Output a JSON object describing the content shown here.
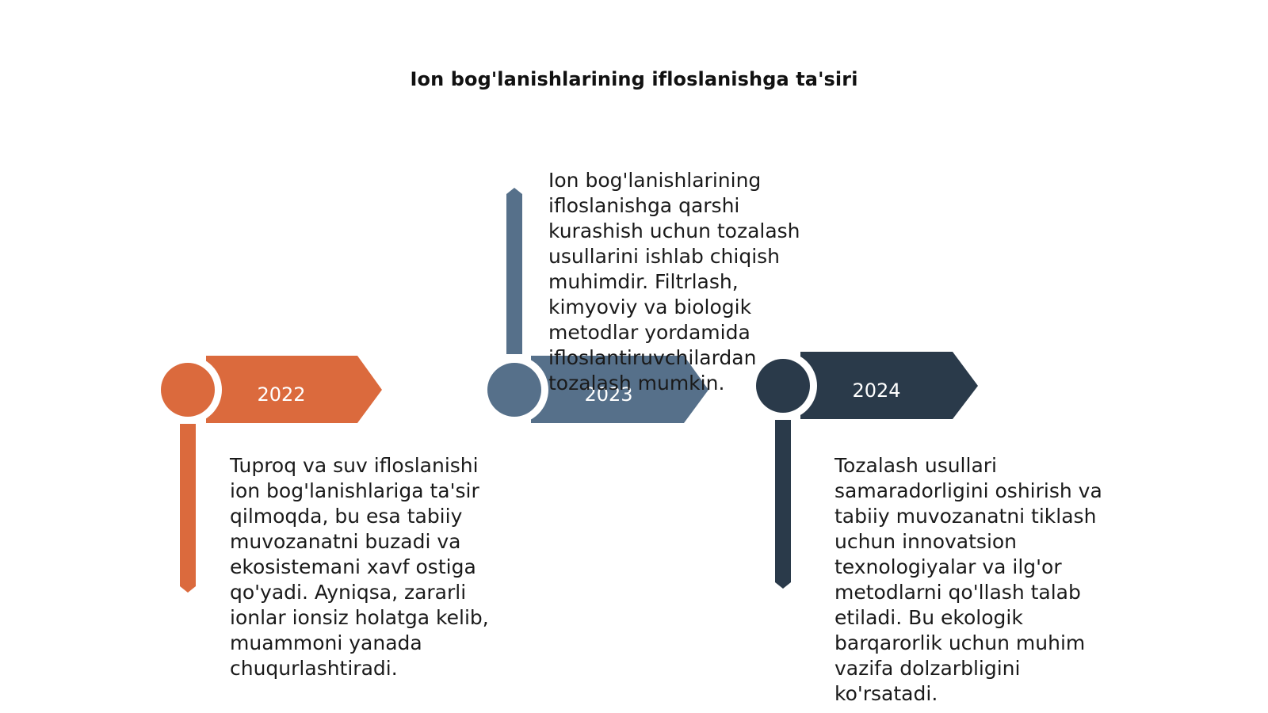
{
  "title": "Ion bog'lanishlarining ifloslanishga ta'siri",
  "colors": {
    "orange": "#DB6A3D",
    "slate": "#56708A",
    "navy": "#2A3A4A",
    "background": "#FFFFFF"
  },
  "milestones": [
    {
      "year": "2022",
      "color": "orange",
      "text": "Tuproq va suv ifloslanishi\nion bog'lanishlariga ta'sir\nqilmoqda, bu esa tabiiy\nmuvozanatni buzadi va\nekosistemani xavf ostiga\nqo'yadi. Ayniqsa, zararli\nionlar ionsiz holatga kelib,\nmuammoni yanada\nchuqurlashtiradi."
    },
    {
      "year": "2023",
      "color": "slate",
      "text": "Ion bog'lanishlarining\nifloslanishga qarshi\nkurashish uchun tozalash\nusullarini ishlab chiqish\nmuhimdir. Filtrlash,\nkimyoviy va biologik\nmetodlar yordamida\nifloslantiruvchilardan\ntozalash mumkin."
    },
    {
      "year": "2024",
      "color": "navy",
      "text": "Tozalash usullari\nsamaradorligini oshirish va\ntabiiy muvozanatni tiklash\nuchun innovatsion\ntexnologiyalar va ilg'or\nmetodlarni qo'llash talab\netiladi. Bu ekologik\nbarqarorlik uchun muhim\nvazifa dolzarbligini\nko'rsatadi."
    }
  ]
}
